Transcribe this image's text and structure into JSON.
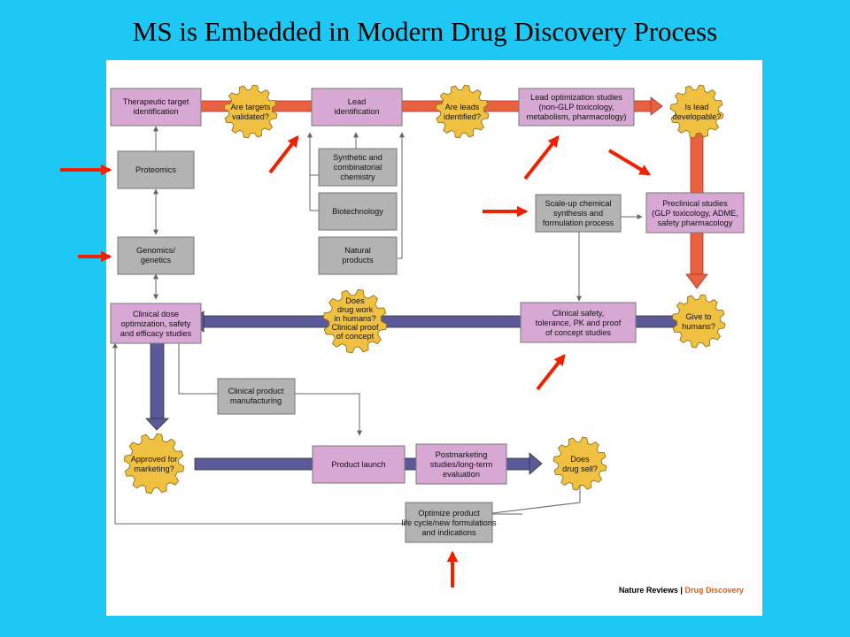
{
  "title": "MS is Embedded in Modern Drug Discovery Process",
  "colors": {
    "background": "#1ec8f5",
    "pink_box": "#d8a8d4",
    "grey_box": "#b3b3b3",
    "gear": "#f0c040",
    "orange_pipe": "#e8623f",
    "blue_pipe": "#5a5a9a",
    "arrow": "#ee2200"
  },
  "diagram": {
    "therapeutic": [
      "Therapeutic target",
      "identification"
    ],
    "targets_validated": [
      "Are targets",
      "validated?"
    ],
    "lead_id": [
      "Lead",
      "identification"
    ],
    "leads_identified": [
      "Are leads",
      "identified?"
    ],
    "lead_opt": [
      "Lead optimization studies",
      "(non-GLP toxicology,",
      "metabolism, pharmacology)"
    ],
    "lead_developable": [
      "Is lead",
      "developable?"
    ],
    "proteomics": [
      "Proteomics"
    ],
    "genomics": [
      "Genomics/",
      "genetics"
    ],
    "synthetic": [
      "Synthetic and",
      "combinatorial",
      "chemistry"
    ],
    "biotech": [
      "Biotechnology"
    ],
    "natural": [
      "Natural",
      "products"
    ],
    "scaleup": [
      "Scale-up chemical",
      "synthesis and",
      "formulation process"
    ],
    "preclinical": [
      "Preclinical studies",
      "(GLP toxicology, ADME,",
      "safety pharmacology"
    ],
    "clinical_dose": [
      "Clinical dose",
      "optimization, safety",
      "and efficacy studies"
    ],
    "drug_work": [
      "Does",
      "drug work",
      "in humans?",
      "Clinical proof",
      "of concept"
    ],
    "clinical_safety": [
      "Clinical safety,",
      "tolerance, PK and proof",
      "of concept studies"
    ],
    "give_humans": [
      "Give to",
      "humans?"
    ],
    "manufacturing": [
      "Clinical product",
      "manufacturing"
    ],
    "approved": [
      "Approved for",
      "marketing?"
    ],
    "launch": [
      "Product launch"
    ],
    "postmarketing": [
      "Postmarketing",
      "studies/long-term",
      "evaluation"
    ],
    "drug_sell": [
      "Does",
      "drug sell?"
    ],
    "optimize": [
      "Optimize product",
      "life cycle/new formulations",
      "and indications"
    ],
    "credit_a": "Nature Reviews | ",
    "credit_b": "Drug Discovery"
  }
}
